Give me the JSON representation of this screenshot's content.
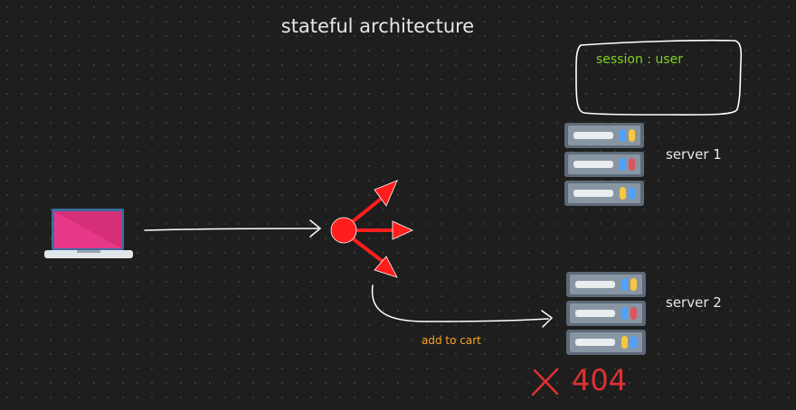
{
  "title": "stateful architecture",
  "session_label": "session : user",
  "servers": [
    {
      "label": "server 1"
    },
    {
      "label": "server 2"
    }
  ],
  "request_label": "add to cart",
  "error": {
    "code": "404"
  },
  "colors": {
    "background": "#1e1e1e",
    "accent_red": "#e03131",
    "session_green": "#7ed321",
    "label_orange": "#f5a623",
    "laptop_screen": "#e8388a"
  },
  "icons": [
    "laptop-icon",
    "load-balancer-icon",
    "server-rack-icon",
    "error-cross-icon"
  ]
}
